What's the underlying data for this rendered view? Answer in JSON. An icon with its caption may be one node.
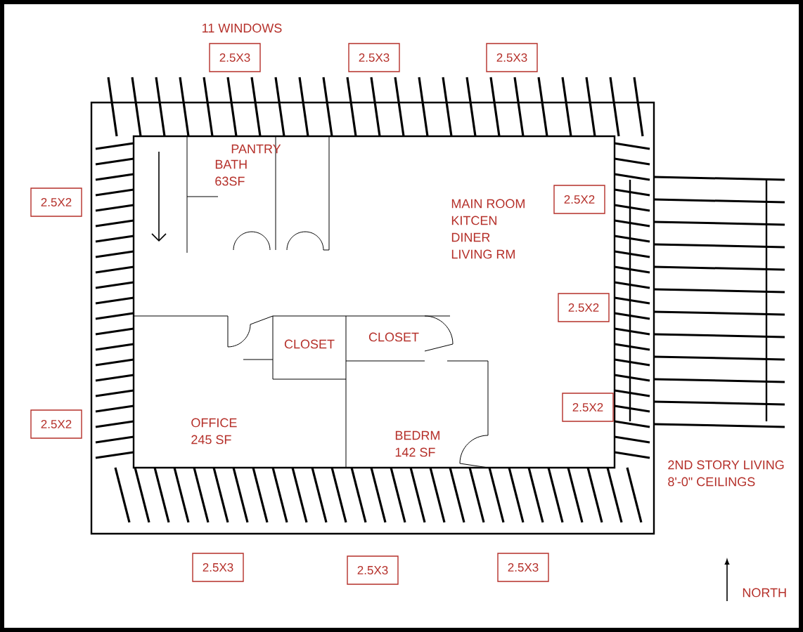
{
  "diagram": {
    "nodes": [
      {
        "text": [
          "2.5X3"
        ]
      },
      {
        "text": [
          "2.5X3"
        ]
      },
      {
        "text": [
          "2.5X3"
        ]
      },
      {
        "text": [
          "2.5X2"
        ]
      },
      {
        "text": [
          "2.5X2"
        ]
      },
      {
        "text": [
          "2.5X2"
        ]
      },
      {
        "text": [
          "2.5X2"
        ]
      },
      {
        "text": [
          "2.5X2"
        ]
      },
      {
        "text": [
          "2.5X3"
        ]
      },
      {
        "text": [
          "2.5X3"
        ]
      },
      {
        "text": [
          "2.5X3"
        ]
      }
    ],
    "labels": [
      "11 WINDOWS",
      "PANTRY",
      "BATH",
      "63SF",
      "MAIN ROOM",
      "KITCEN",
      "DINER",
      "LIVING RM",
      "CLOSET",
      "CLOSET",
      "OFFICE",
      "245 SF",
      "BEDRM",
      "142 SF",
      "2ND STORY LIVING",
      "8'-0\" CEILINGS",
      "NORTH"
    ]
  }
}
